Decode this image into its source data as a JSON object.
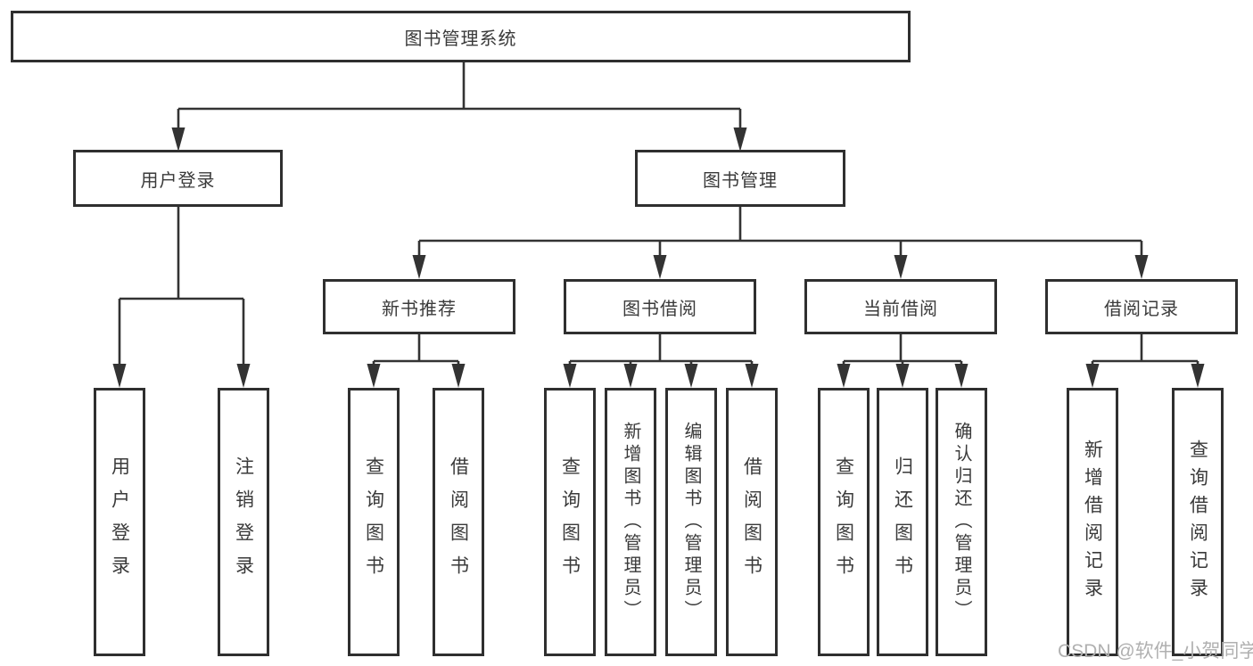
{
  "page": {
    "background": "#ffffff"
  },
  "colors": {
    "line": "#333333",
    "node_border": "#2f2f2f",
    "node_text": "#3a3a3a",
    "watermark_text": "#b0b0b0"
  },
  "watermark": "CSDN @软件_小贺同学",
  "diagram": {
    "root": "图书管理系统",
    "level2": {
      "user_login": "用户登录",
      "book_management": "图书管理"
    },
    "level3": {
      "new_book_recommendation": "新书推荐",
      "book_borrowing": "图书借阅",
      "current_borrowing": "当前借阅",
      "borrowing_records": "借阅记录"
    },
    "leaves": {
      "user_login": [
        "用户登录",
        "注销登录"
      ],
      "new_book_recommendation": [
        "查询图书",
        "借阅图书"
      ],
      "book_borrowing": [
        "查询图书",
        "新增图书（管理员）",
        "编辑图书（管理员）",
        "借阅图书"
      ],
      "current_borrowing": [
        "查询图书",
        "归还图书",
        "确认归还（管理员）"
      ],
      "borrowing_records": [
        "新增借阅记录",
        "查询借阅记录"
      ]
    }
  }
}
